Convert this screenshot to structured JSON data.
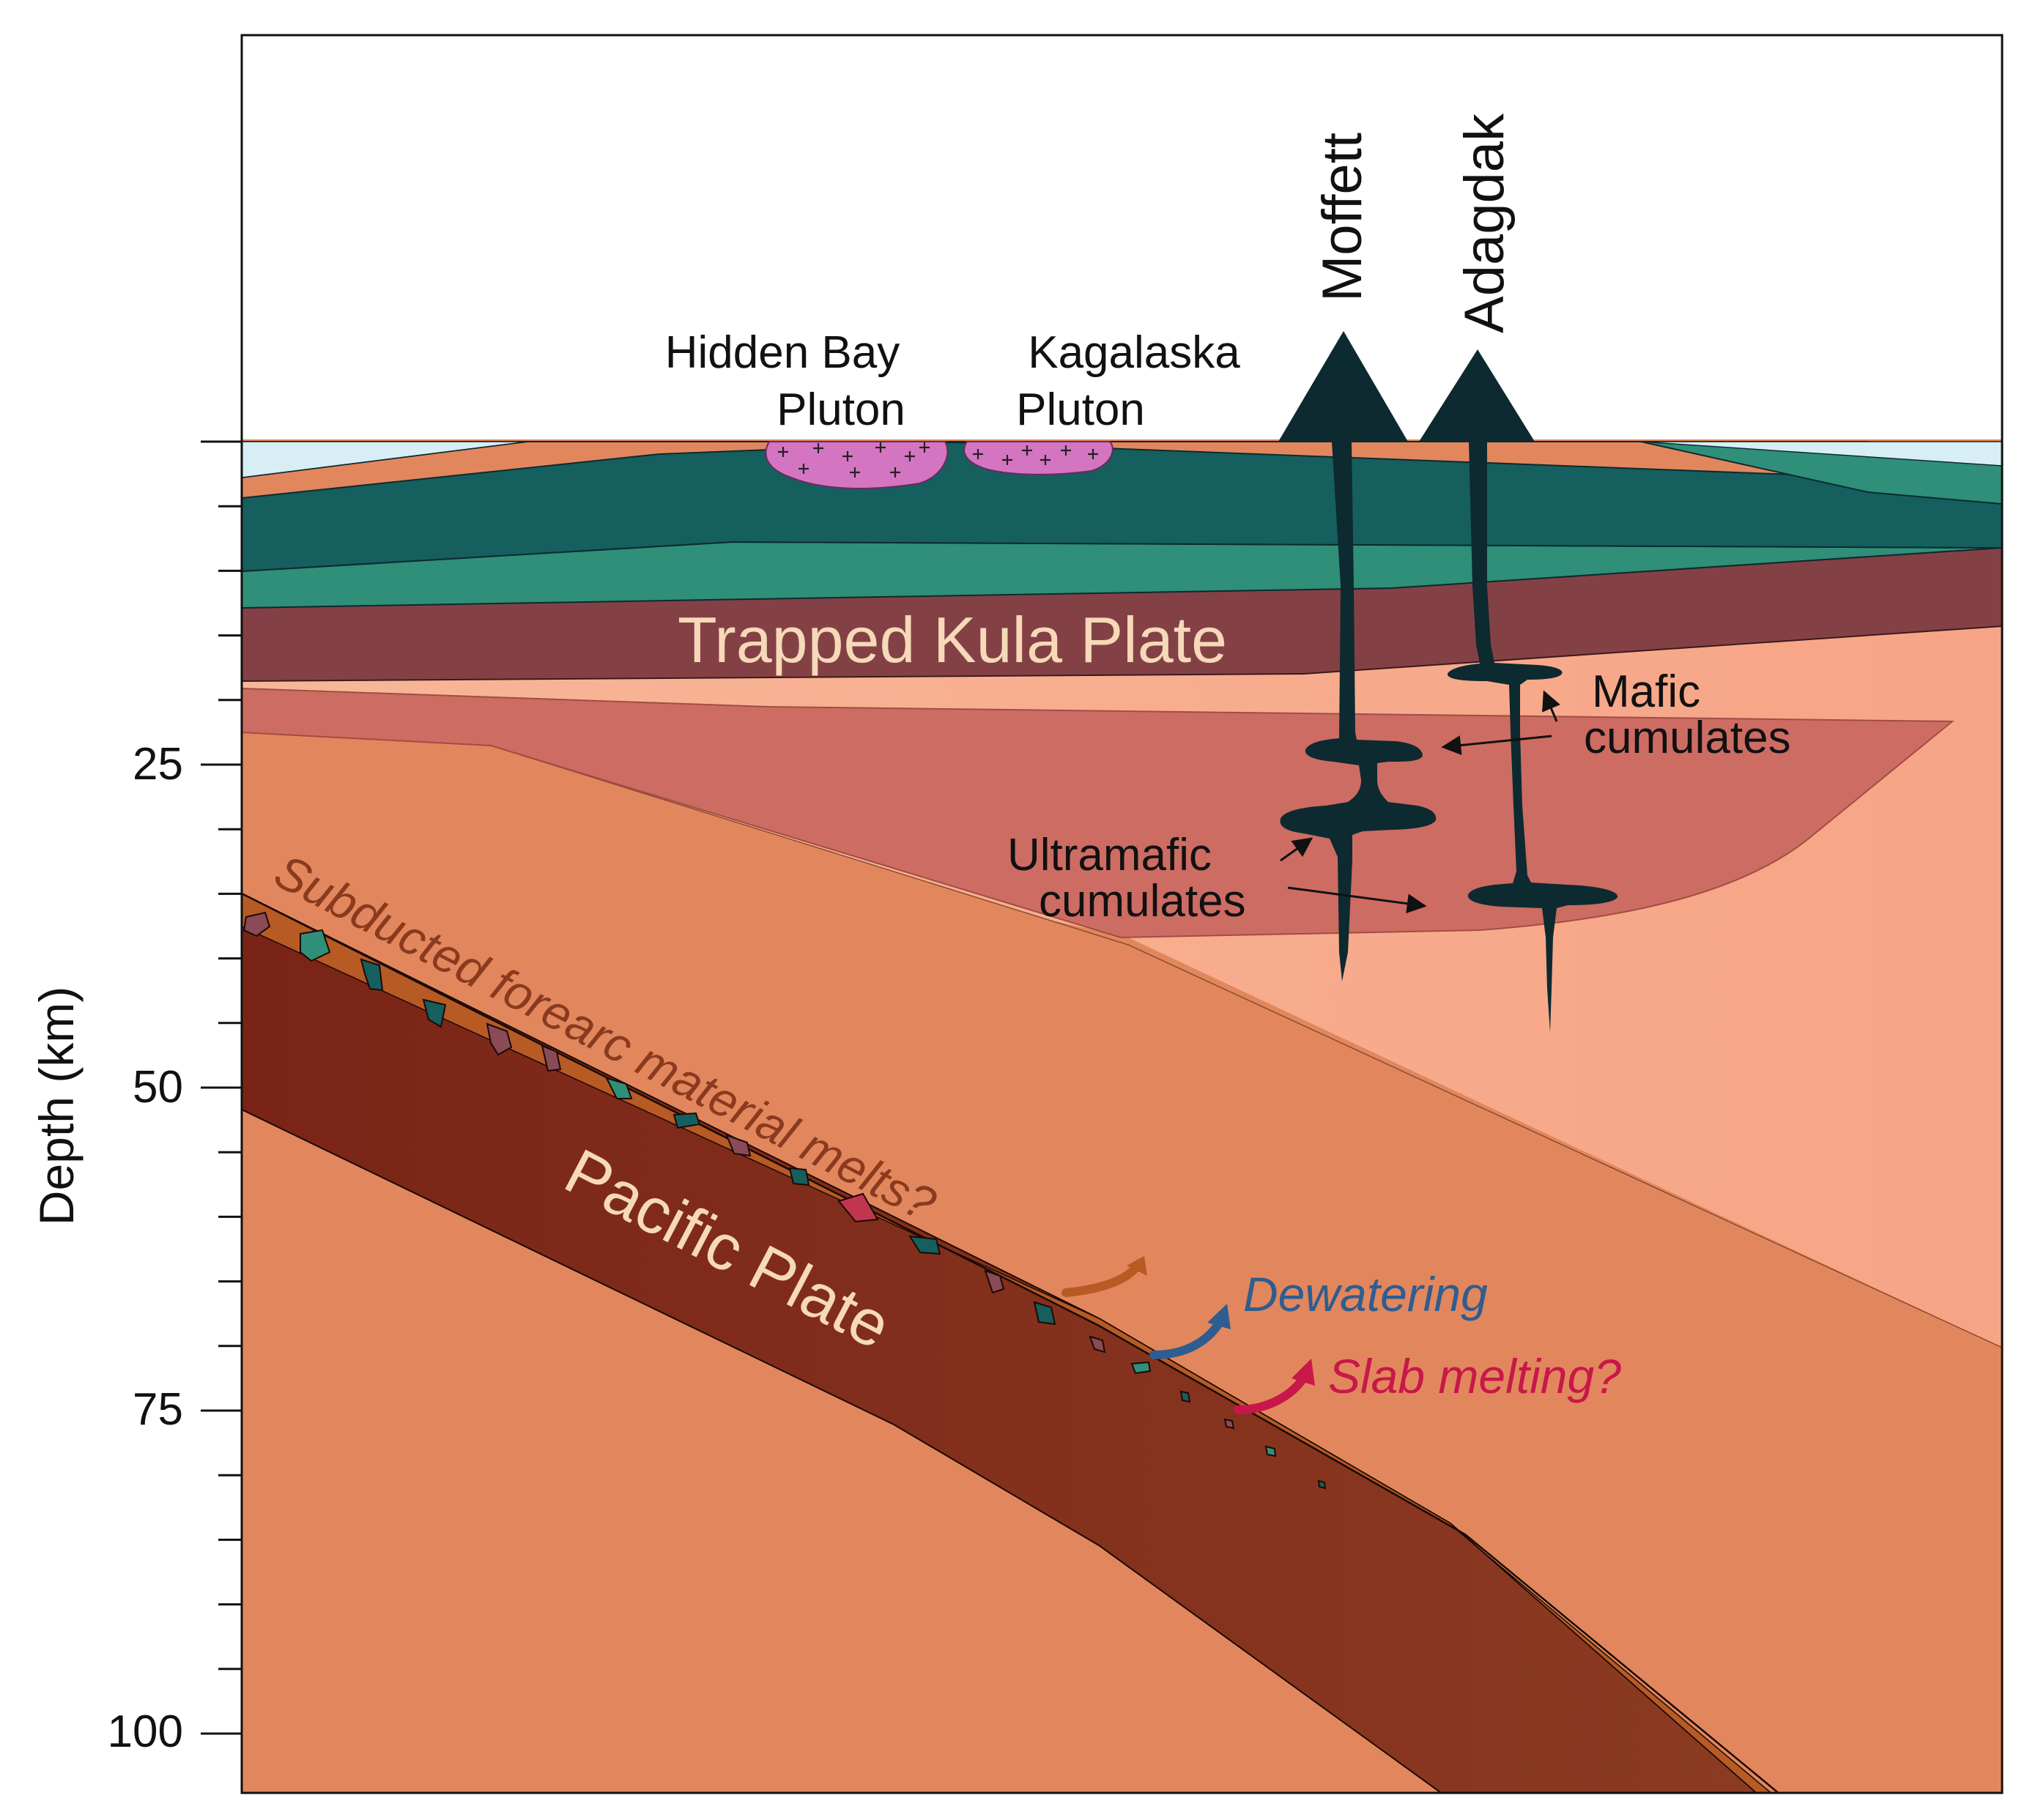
{
  "y_axis": {
    "label": "Depth (km)",
    "ticks": [
      "25",
      "50",
      "75",
      "100"
    ]
  },
  "labels": {
    "hidden_bay_line1": "Hidden Bay",
    "hidden_bay_line2": "Pluton",
    "kagalaska_line1": "Kagalaska",
    "kagalaska_line2": "Pluton",
    "moffett": "Moffett",
    "adagdak": "Adagdak",
    "kula_plate": "Trapped Kula Plate",
    "mafic_line1": "Mafic",
    "mafic_line2": "cumulates",
    "ultramafic_line1": "Ultramafic",
    "ultramafic_line2": "cumulates",
    "forearc": "Subducted forearc material melts?",
    "pacific_plate": "Pacific Plate",
    "dewatering": "Dewatering",
    "slab_melting": "Slab melting?"
  },
  "colors": {
    "crust_dark": "#155f5e",
    "crust_light": "#2f8f79",
    "kula": "#844145",
    "mantle_light": "#f6ae8f",
    "cumulate_zone": "#cd6c63",
    "mantle_orange": "#e2875d",
    "slab": "#862f1f",
    "slab_top": "#b75a24",
    "conduit": "#0d2a30",
    "pluton": "#d475c2",
    "sea": "#d7eef4",
    "forearc_text": "#8a3a1e",
    "dewatering_text": "#2f5d8f",
    "slab_melting_text": "#c8174a",
    "kula_text": "#f6d9b8"
  }
}
